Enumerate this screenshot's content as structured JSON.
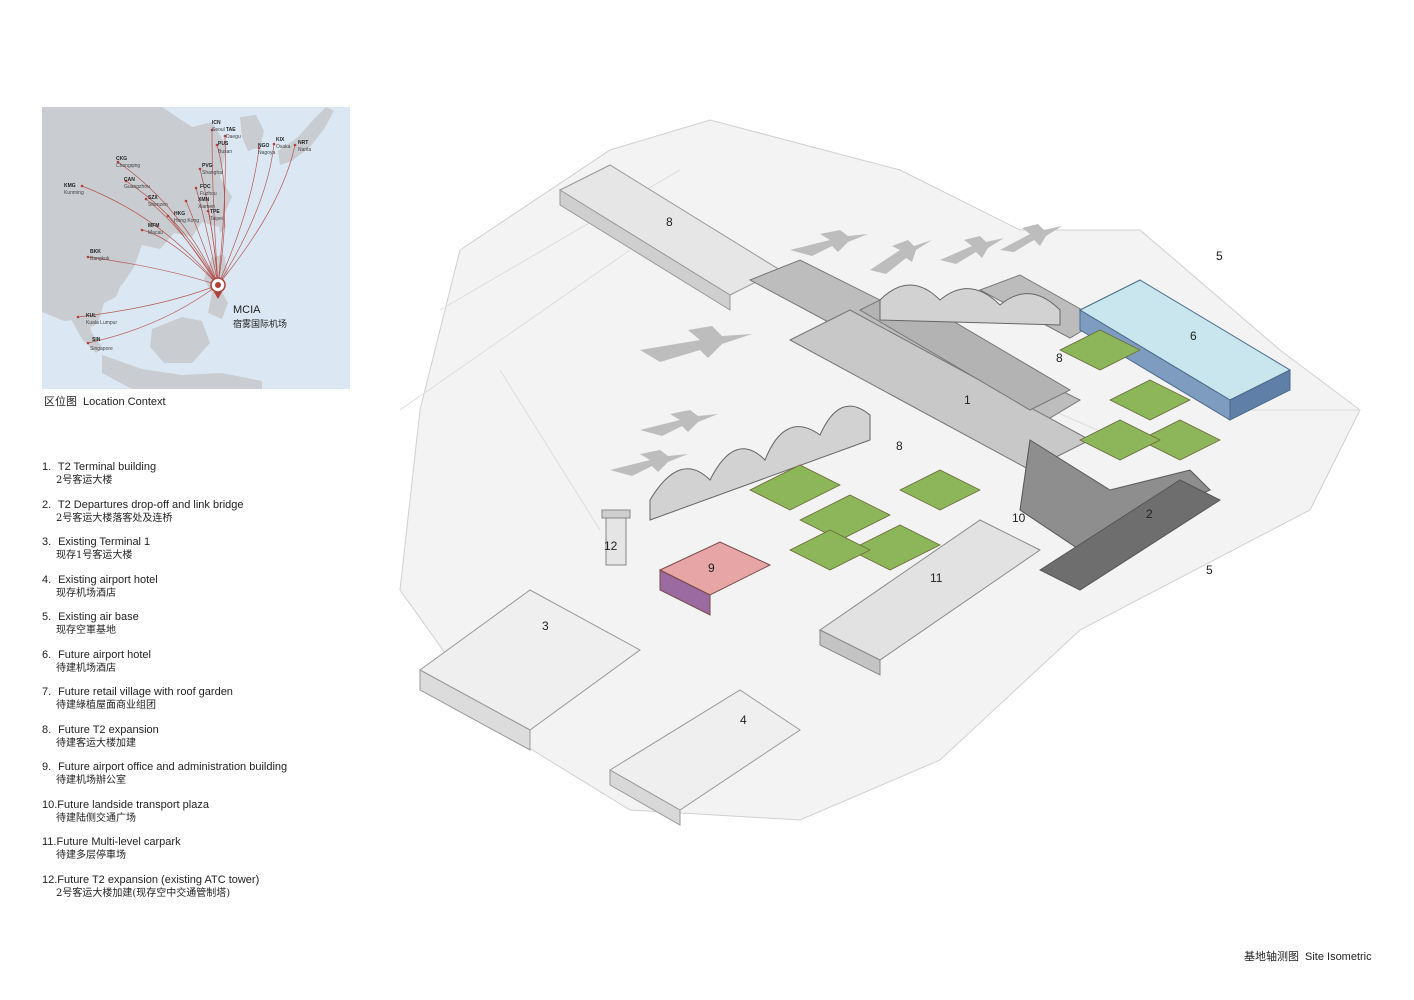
{
  "location_context": {
    "title_cn": "区位图",
    "title_en": "Location Context",
    "hub": {
      "code": "MCIA",
      "name_cn": "宿雾国际机场"
    },
    "destinations": [
      {
        "code": "ICN",
        "city": "Seoul"
      },
      {
        "code": "TAE",
        "city": "Daegu"
      },
      {
        "code": "PUS",
        "city": "Busan"
      },
      {
        "code": "NGO",
        "city": "Nagoya"
      },
      {
        "code": "KIX",
        "city": "Osaka"
      },
      {
        "code": "NRT",
        "city": "Narita"
      },
      {
        "code": "CKG",
        "city": "Chongqing"
      },
      {
        "code": "PVG",
        "city": "Shanghai"
      },
      {
        "code": "CAN",
        "city": "Guangzhou"
      },
      {
        "code": "KMG",
        "city": "Kunming"
      },
      {
        "code": "FOC",
        "city": "Fuzhou"
      },
      {
        "code": "SZX",
        "city": "Shenzen"
      },
      {
        "code": "XMN",
        "city": "Xiamen"
      },
      {
        "code": "HKG",
        "city": "Hong Kong"
      },
      {
        "code": "TPE",
        "city": "Taipei"
      },
      {
        "code": "MFM",
        "city": "Macau"
      },
      {
        "code": "BKK",
        "city": "Bangkok"
      },
      {
        "code": "KUL",
        "city": "Kuala Lumpur"
      },
      {
        "code": "SIN",
        "city": "Singapore"
      }
    ],
    "route_color": "#b0403a",
    "sea_color": "#dbe8f3",
    "land_color": "#c9ccd0"
  },
  "legend": [
    {
      "num": "1.",
      "en": "T2 Terminal building",
      "cn": "2号客运大楼"
    },
    {
      "num": "2.",
      "en": "T2 Departures drop-off and link bridge",
      "cn": "2号客运大楼落客处及连桥"
    },
    {
      "num": "3.",
      "en": "Existing Terminal 1",
      "cn": "现存1号客运大楼"
    },
    {
      "num": "4.",
      "en": "Existing airport hotel",
      "cn": "现存机场酒店"
    },
    {
      "num": "5.",
      "en": "Existing air base",
      "cn": "现存空軍基地"
    },
    {
      "num": "6.",
      "en": "Future airport hotel",
      "cn": "待建机场酒店"
    },
    {
      "num": "7.",
      "en": "Future retail village with roof garden",
      "cn": "待建綠植屋面商业组团"
    },
    {
      "num": "8.",
      "en": "Future T2 expansion",
      "cn": "待建客运大楼加建"
    },
    {
      "num": "9.",
      "en": "Future airport office and administration building",
      "cn": "待建机场辦公室"
    },
    {
      "num": "10.",
      "en": "Future landside transport plaza",
      "cn": "待建陆侧交通广场"
    },
    {
      "num": "11.",
      "en": "Future Multi-level carpark",
      "cn": "待建多层停車场"
    },
    {
      "num": "12.",
      "en": "Future T2 expansion (existing ATC tower)",
      "cn": "2号客运大楼加建(现存空中交通管制塔)"
    }
  ],
  "site": {
    "title_cn": "基地轴测图",
    "title_en": "Site Isometric",
    "zone_labels": [
      "1",
      "2",
      "3",
      "4",
      "5",
      "5",
      "6",
      "8",
      "8",
      "8",
      "9",
      "10",
      "11",
      "12"
    ],
    "colors": {
      "hotel_future": "#c9e6ee",
      "office": "#e8a5a5",
      "roof_garden": "#8db65a",
      "roof": "#b8b8b8",
      "apron": "#f3f3f3"
    }
  }
}
